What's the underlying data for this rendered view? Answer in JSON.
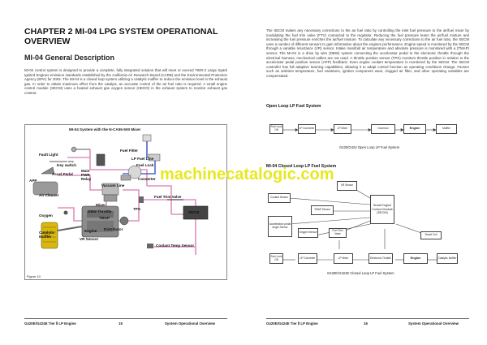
{
  "left_page": {
    "chapter_title": "CHAPTER 2 MI-04 LPG SYSTEM OPERATIONAL OVERVIEW",
    "section_title": "MI-04 General Description",
    "paragraph": "MI-04 control system is designed to provide a complete, fully integrated solution that will meet or exceed TIER-2 Large Spark Ignited Engines emission standards established by the California Air Research Board (CARB) and the Environmental Protection Agency (EPA) for 2004. The MI-04 is a closed loop system utilizing a catalytic muffler to reduce the emission level in the exhaust gas. In order to obtain maximum effect from the catalyst, an accurate control of the air fuel ratio is required. A small engine control module (SECM) uses a heated exhaust gas oxygen sensor (HEGO) in the exhaust system to monitor exhaust gas content.",
    "figure": {
      "title": "MI-04 System with the N-CA55-500 Mixer",
      "caption": "Figure 10",
      "labels": {
        "fuel_filter": "Fuel Filter",
        "fault_light": "Fault Light",
        "key_switch": "Key switch",
        "amp": "amp",
        "accel_pedal": "Accel Pedal",
        "app": "APP",
        "main_pwr_relay": "Main PWR Relay",
        "lp_fuel_line": "LP Fuel Line",
        "fuel_lock": "Fuel Lock",
        "vacuum_line": "Vacuum Line",
        "converter": "Converter",
        "air_cleaner": "Air Cleaner",
        "fuel_trim_valve": "Fuel Trim Valve",
        "mixer": "Mixer",
        "dbw_throttle": "DBW Throttle",
        "tps": "TPS",
        "tmap": "TMAP",
        "oxygen": "Oxygen",
        "secm": "SECM",
        "engine": "Engine",
        "distributor": "Distributor",
        "catalytic_muffler": "Catalytic Muffler",
        "vr_sensor": "VR Sensor",
        "coolant_temp_sensor": "Coolant Temp Sensor"
      }
    },
    "footer": {
      "model": "G420E/G424E Tier Ⅱ LP Engine",
      "page": "15",
      "section": "System Operational Overview"
    }
  },
  "right_page": {
    "paragraph": "The SECM makes any necessary corrections to the air fuel ratio by controlling the inlet fuel pressure to the air/fuel mixer by modulating the fuel trim valve (FTV) connected to the regulator. Reducing the fuel pressure leans the air/fuel mixture and increasing the fuel pressure enriches the air/fuel mixture. To calculate any necessary corrections to the air fuel ratio, the SECM uses a number of different sensors to gain information about the engines performance. Engine speed is monitored by the SECM through a variable reluctance (VR) sensor. Intake manifold air temperature and absolute pressure is monitored with a (TMAP) sensor. The MI-04 is a drive by wire (DBW) system connecting the accelerator pedal to the electronic throttle through the electrical harness, mechanical cables are not used. A throttle position sensor (TPS) monitors throttle position in relation to the accelerator pedal position sensor (APP) feedback. Even engine coolant temperature is monitored by the SECM. The SECM controller has full adaptive learning capabilities, allowing it to adapt control function as operating conditions change. Factors such as ambient temperature, fuel variations, ignition component wear, clogged air filter, and other operating variables are compensated.",
    "open_loop": {
      "heading": "Open Loop LP Fuel System",
      "boxes": [
        "Fuel Lock Off",
        "LP Converter",
        "LP Mixer",
        "Governor",
        "Engine",
        "Muffler"
      ],
      "caption": "G420/G424 Open Loop LP Fuel System"
    },
    "closed_loop": {
      "heading": "MI-04 Closed Loop LP Fuel System",
      "boxes": {
        "vr_sensor": "VR Sensor",
        "coolant_sensor": "Coolant Sensor",
        "tmap_sensor": "TMAP Sensor",
        "secm": "Small Engine Control Module (SECM)",
        "accel_pedal": "Acceleration pedal Angle Sensor",
        "oxygen_sensor": "Oxygen Sensor",
        "fuel_trim_valve": "Fuel Trim Valve",
        "smart_coil": "Smart Coil",
        "fuel_lock_off": "Fuel Lock Off",
        "lp_converter": "LP Converter",
        "lp_mixer": "LP Mixer",
        "electronic_throttle": "Electronic Throttle",
        "engine": "Engine",
        "catalytic_muffler": "Catalytic Muffler"
      },
      "caption": "G420E/G424E Closed Loop LP Fuel System"
    },
    "footer": {
      "model": "G420E/G424E Tier Ⅱ LP Engine",
      "page": "16",
      "section": "System Operational Overview"
    }
  },
  "watermark": "machinecatalogic.com",
  "colors": {
    "watermark": "#e8e820",
    "harness_pink": "#e090c0",
    "fuel_line_blue": "#4a68c8",
    "harness_black": "#222222"
  }
}
